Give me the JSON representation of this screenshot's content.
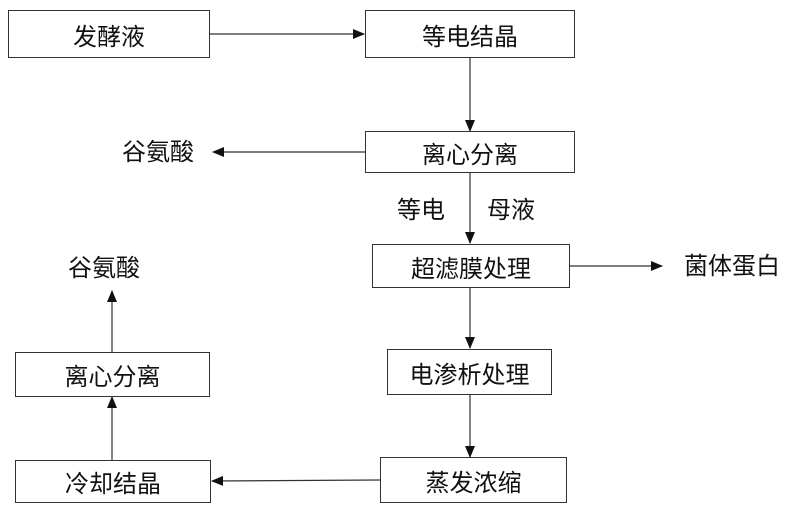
{
  "nodes": {
    "fermentation_broth": "发酵液",
    "isoelectric_crystallization": "等电结晶",
    "centrifugation_1": "离心分离",
    "ultrafiltration": "超滤膜处理",
    "electrodialysis": "电渗析处理",
    "evaporation_concentration": "蒸发浓缩",
    "cooling_crystallization": "冷却结晶",
    "centrifugation_2": "离心分离"
  },
  "outputs": {
    "glutamic_acid_1": "谷氨酸",
    "glutamic_acid_2": "谷氨酸",
    "bacterial_protein": "菌体蛋白"
  },
  "edge_labels": {
    "isoelectric_part": "等电",
    "mother_liquor_part": "母液"
  },
  "colors": {
    "line": "#333333",
    "text": "#111111"
  }
}
